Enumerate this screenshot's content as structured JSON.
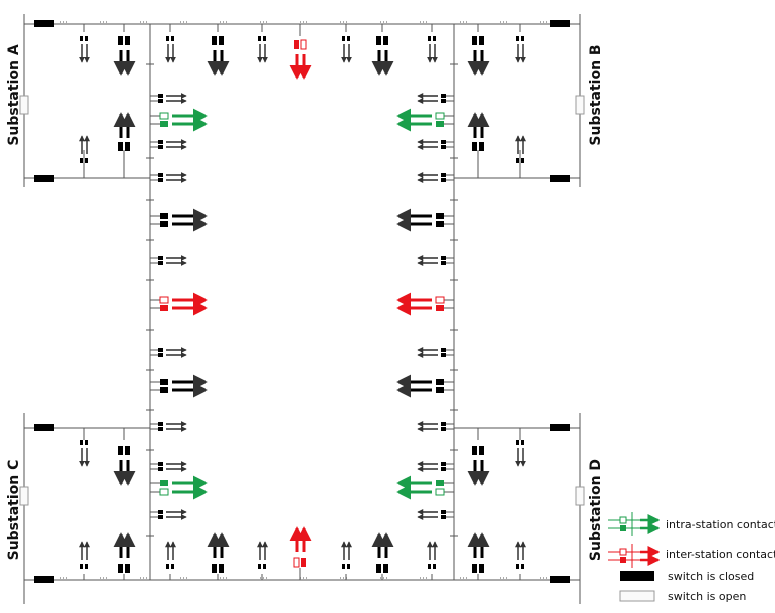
{
  "substations": {
    "a": "Substation A",
    "b": "Substation B",
    "c": "Substation C",
    "d": "Substation D"
  },
  "legend": {
    "intra": "intra-station contact",
    "inter": "inter-station contact",
    "closed": "switch is closed",
    "open": "switch is open"
  },
  "colors": {
    "line": "#555555",
    "closed": "#000000",
    "intra": "#1a9e4a",
    "inter": "#e8141c"
  }
}
